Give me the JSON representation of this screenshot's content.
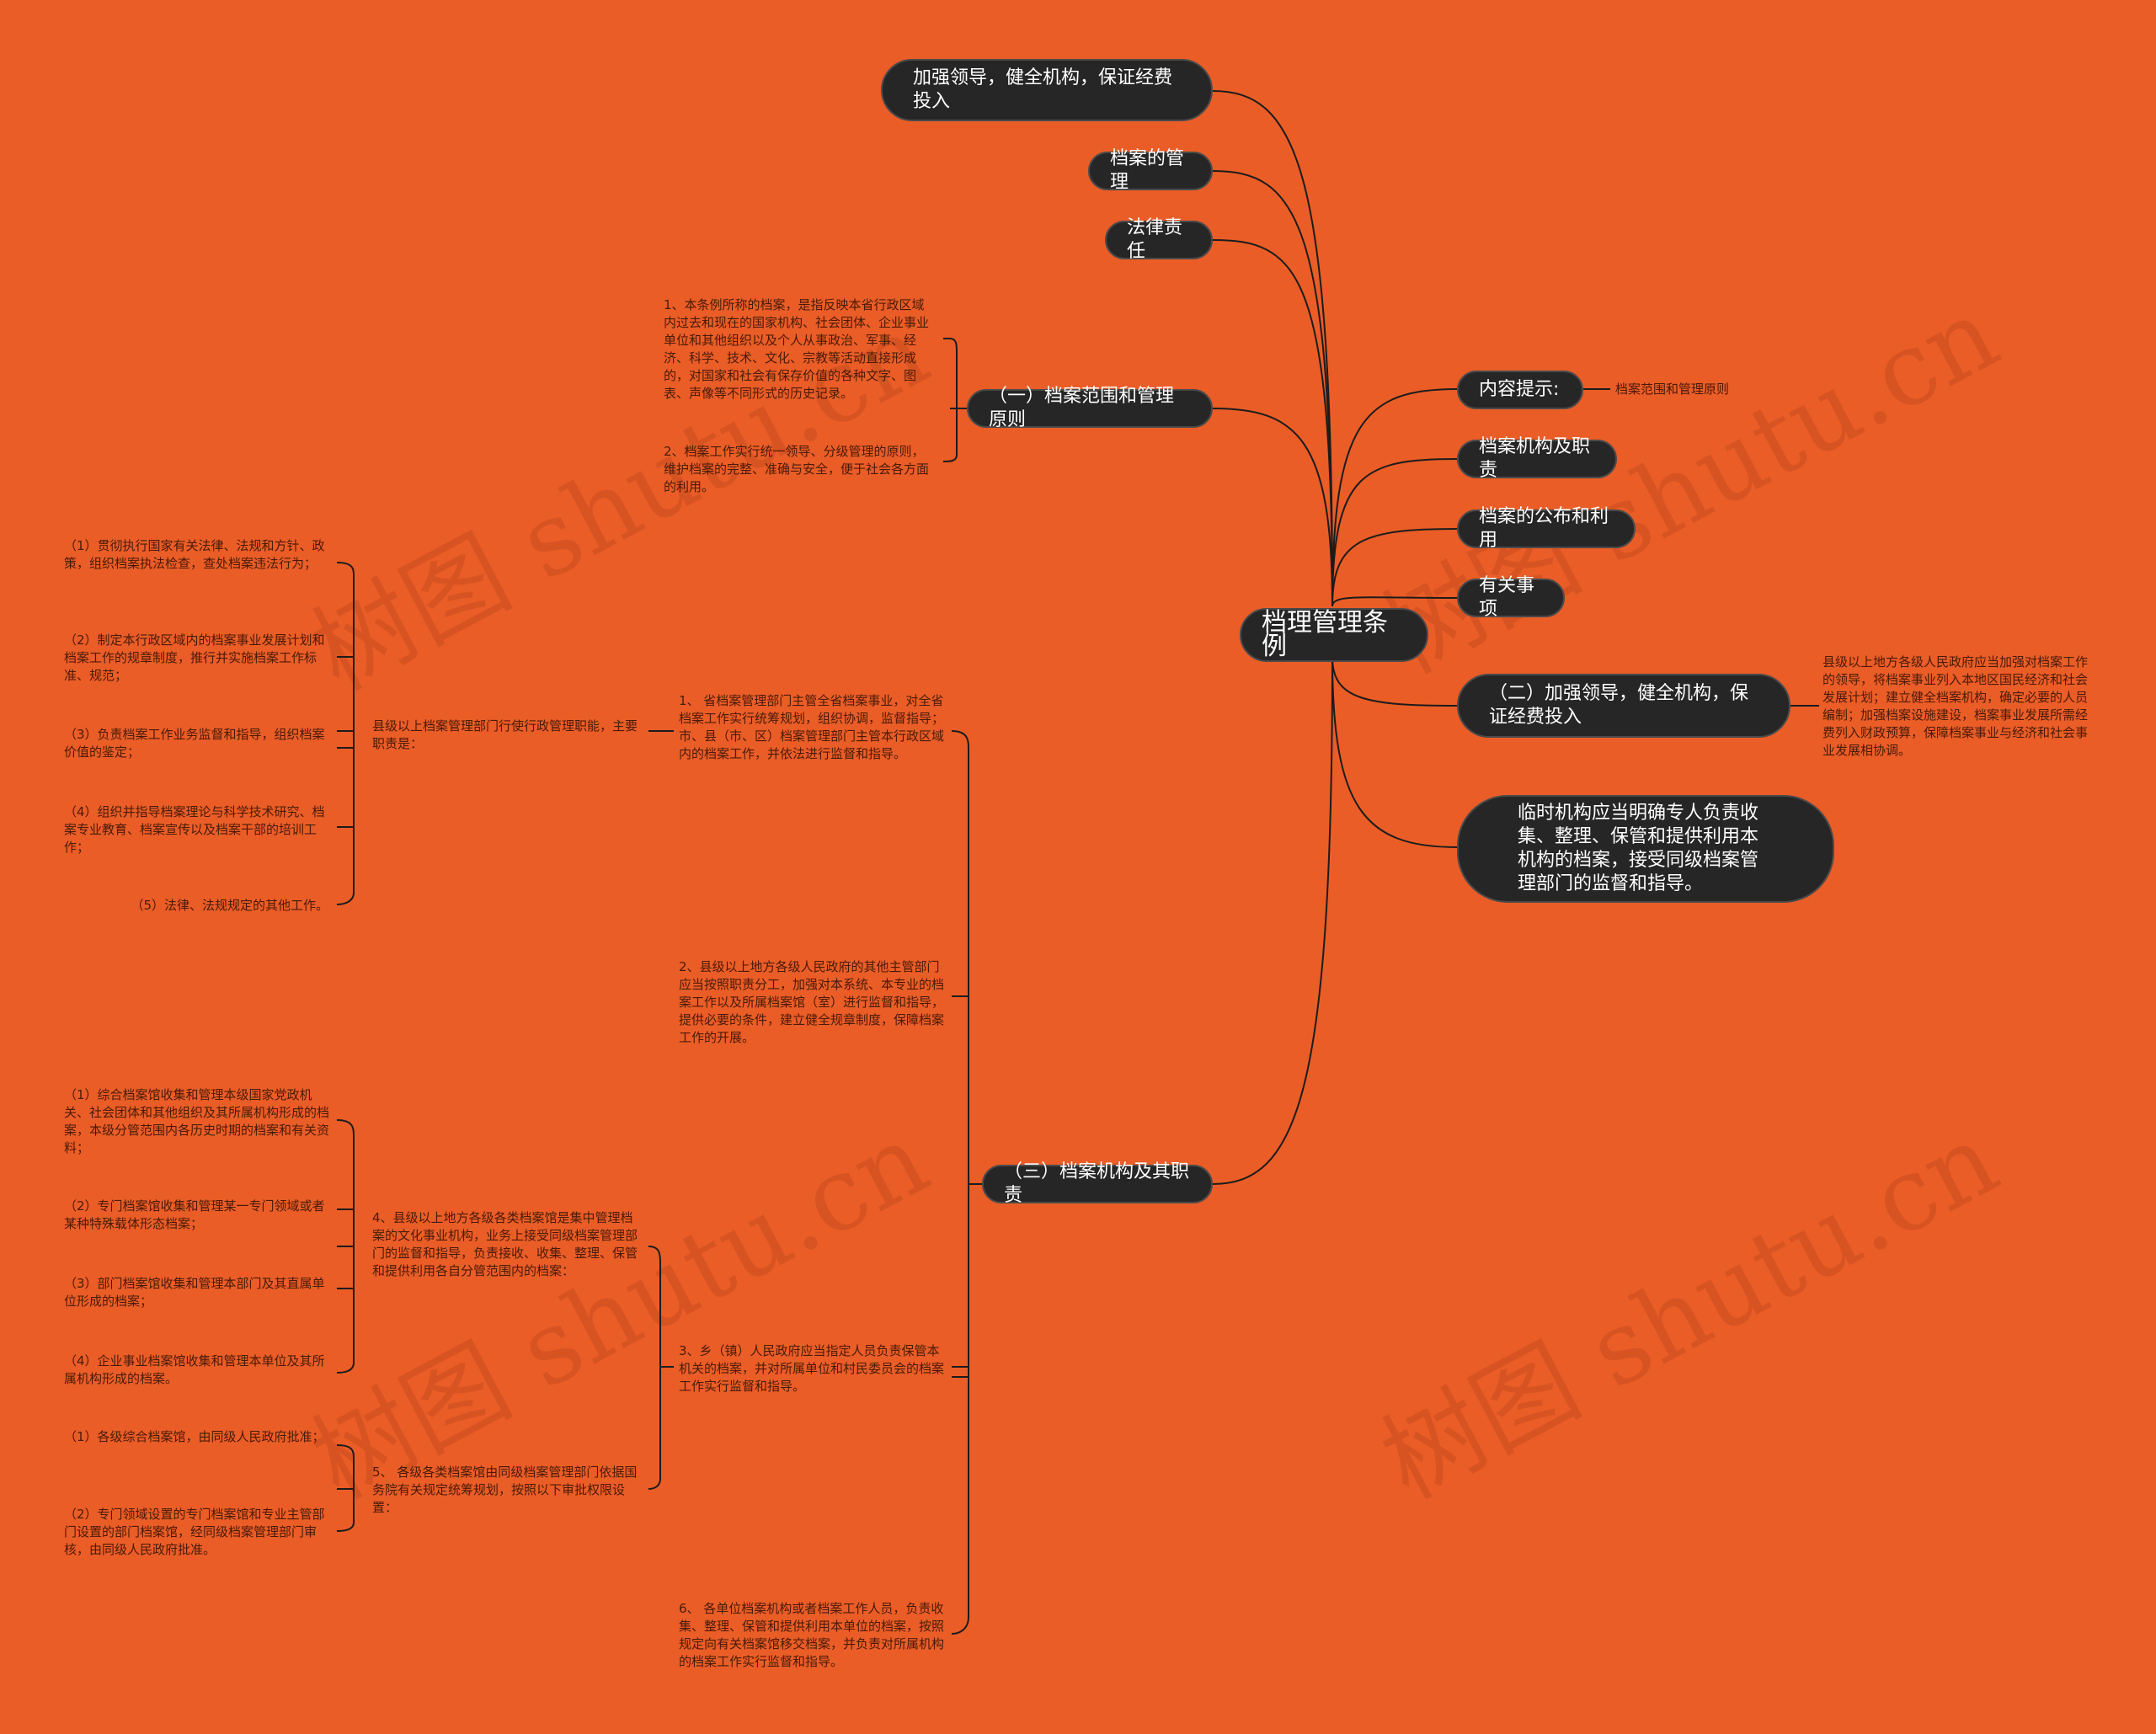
{
  "watermark": "树图 shutu.cn",
  "root": "档理管理条例",
  "right_nodes": {
    "tips_label": "内容提示:",
    "tips_value": "档案范围和管理原则",
    "org": "档案机构及职责",
    "publish": "档案的公布和利用",
    "matters": "有关事项",
    "leadership_title": "（二）加强领导，健全机构，保证经费投入",
    "leadership_text": "县级以上地方各级人民政府应当加强对档案工作的领导，将档案事业列入本地区国民经济和社会发展计划；建立健全档案机构，确定必要的人员编制；加强档案设施建设，档案事业发展所需经费列入财政预算，保障档案事业与经济和社会事业发展相协调。",
    "temp": "临时机构应当明确专人负责收集、整理、保管和提供利用本机构的档案，接受同级档案管理部门的监督和指导。"
  },
  "left_nodes": {
    "invest": "加强领导，健全机构，保证经费投入",
    "mgmt": "档案的管理",
    "legal": "法律责任",
    "scope": "（一）档案范围和管理原则",
    "duty": "（三）档案机构及其职责"
  },
  "scope_items": [
    "1、本条例所称的档案，是指反映本省行政区域内过去和现在的国家机构、社会团体、企业事业单位和其他组织以及个人从事政治、军事、经济、科学、技术、文化、宗教等活动直接形成的，对国家和社会有保存价值的各种文字、图表、声像等不同形式的历史记录。",
    "2、档案工作实行统一领导、分级管理的原则，维护档案的完整、准确与安全，便于社会各方面的利用。"
  ],
  "duty_items": {
    "d1": "1、 省档案管理部门主管全省档案事业，对全省档案工作实行统筹规划，组织协调，监督指导；市、县（市、区）档案管理部门主管本行政区域内的档案工作，并依法进行监督和指导。",
    "d2": "2、县级以上地方各级人民政府的其他主管部门应当按照职责分工，加强对本系统、本专业的档案工作以及所属档案馆（室）进行监督和指导，提供必要的条件，建立健全规章制度，保障档案工作的开展。",
    "d3": "3、乡（镇）人民政府应当指定人员负责保管本机关的档案，并对所属单位和村民委员会的档案工作实行监督和指导。",
    "d6": "6、 各单位档案机构或者档案工作人员，负责收集、整理、保管和提供利用本单位的档案，按照规定向有关档案馆移交档案，并负责对所属机构的档案工作实行监督和指导。",
    "d4": "4、县级以上地方各级各类档案馆是集中管理档案的文化事业机构，业务上接受同级档案管理部门的监督和指导，负责接收、收集、整理、保管和提供利用各自分管范围内的档案：",
    "d5": "5、 各级各类档案馆由同级档案管理部门依据国务院有关规定统筹规划，按照以下审批权限设置：",
    "county": "县级以上档案管理部门行使行政管理职能，主要职责是："
  },
  "county_items": [
    "（1）贯彻执行国家有关法律、法规和方针、政策，组织档案执法检查，查处档案违法行为；",
    "（2）制定本行政区域内的档案事业发展计划和档案工作的规章制度，推行并实施档案工作标准、规范；",
    "（3）负责档案工作业务监督和指导，组织档案价值的鉴定；",
    "（4）组织并指导档案理论与科学技术研究、档案专业教育、档案宣传以及档案干部的培训工作；",
    "（5）法律、法规规定的其他工作。"
  ],
  "d4_items": [
    "（1）综合档案馆收集和管理本级国家党政机关、社会团体和其他组织及其所属机构形成的档案，本级分管范围内各历史时期的档案和有关资料；",
    "（2）专门档案馆收集和管理某一专门领域或者某种特殊载体形态档案；",
    "（3）部门档案馆收集和管理本部门及其直属单位形成的档案；",
    "（4）企业事业档案馆收集和管理本单位及其所属机构形成的档案。"
  ],
  "d5_items": [
    "（1）各级综合档案馆，由同级人民政府批准；",
    "（2）专门领域设置的专门档案馆和专业主管部门设置的部门档案馆，经同级档案管理部门审核，由同级人民政府批准。"
  ]
}
